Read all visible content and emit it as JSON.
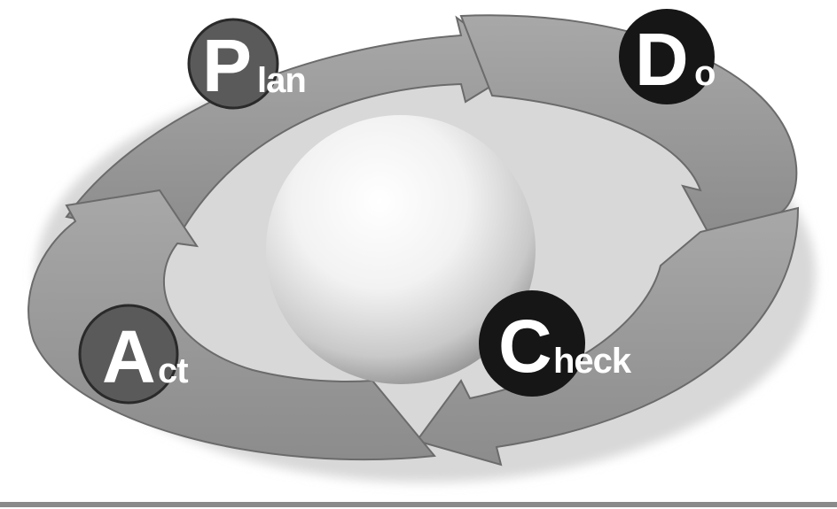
{
  "diagram": {
    "stages": [
      {
        "key": "plan",
        "initial": "P",
        "rest": "lan"
      },
      {
        "key": "do",
        "initial": "D",
        "rest": "o"
      },
      {
        "key": "check",
        "initial": "C",
        "rest": "heck"
      },
      {
        "key": "act",
        "initial": "A",
        "rest": "ct"
      }
    ],
    "colors": {
      "arrow_fill": "#9a9a9a",
      "arrow_edge": "#6b6b6b",
      "circle_plan": "#5a5a5a",
      "circle_dark": "#161616",
      "sphere_light": "#ffffff",
      "sphere_dark": "#8e8e8e"
    }
  }
}
